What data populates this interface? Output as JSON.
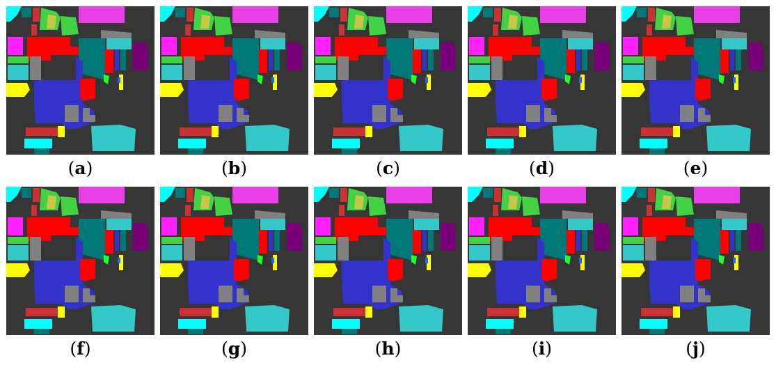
{
  "panels": [
    {
      "label": "a"
    },
    {
      "label": "b"
    },
    {
      "label": "c"
    },
    {
      "label": "d"
    },
    {
      "label": "e"
    },
    {
      "label": "f"
    },
    {
      "label": "g"
    },
    {
      "label": "h"
    },
    {
      "label": "i"
    },
    {
      "label": "j"
    }
  ],
  "colors": {
    "background": "#363636",
    "cyan": "#00ffff",
    "magenta": "#e83fe8",
    "fuchsia": "#ff22ff",
    "green": "#43d243",
    "lime": "#22ff22",
    "olive": "#c8c848",
    "red": "#ff0000",
    "maroon": "#c83232",
    "teal": "#007878",
    "turquoise": "#35c8c8",
    "blue": "#3333cc",
    "purple": "#780078",
    "gray": "#808080",
    "yellow": "#ffff00",
    "bright_blue": "#1a66ff"
  }
}
